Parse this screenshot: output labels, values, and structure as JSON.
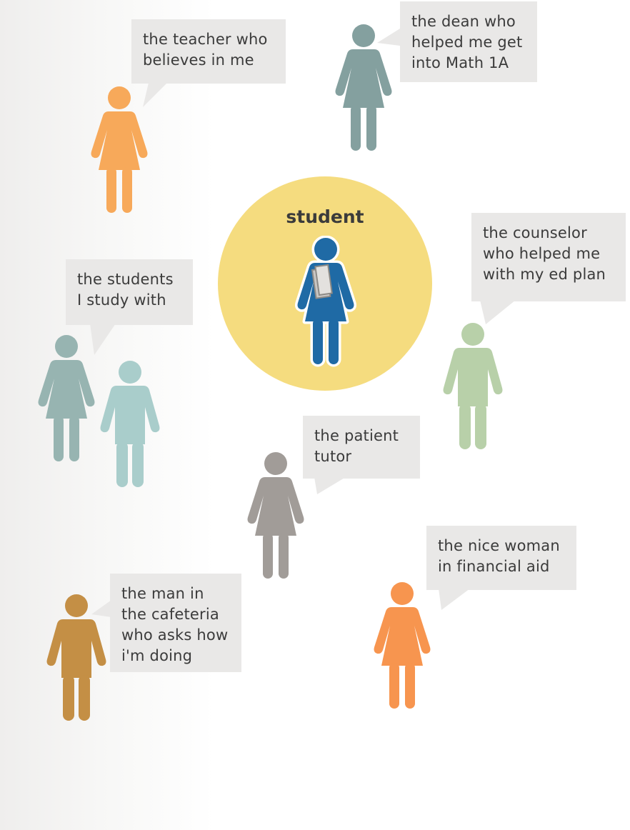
{
  "center": {
    "label": "student",
    "color": "#f5dc7f",
    "figure_color": "#1f6aa5"
  },
  "people": [
    {
      "id": "teacher",
      "quote": "the teacher who\nbelieves in me",
      "color": "#f7a95a",
      "icon": "woman-icon"
    },
    {
      "id": "dean",
      "quote": "the dean who\nhelped me get\ninto Math 1A",
      "color": "#84a09f",
      "icon": "woman-icon"
    },
    {
      "id": "counselor",
      "quote": "the counselor\nwho helped me\nwith my ed plan",
      "color": "#b8d0a9",
      "icon": "man-icon"
    },
    {
      "id": "study-group",
      "quote": "the students\nI study with",
      "color": "#97b4b1",
      "color2": "#a9cdcb",
      "icon": "woman-and-man-icon"
    },
    {
      "id": "tutor",
      "quote": "the patient\ntutor",
      "color": "#a19c98",
      "icon": "woman-icon"
    },
    {
      "id": "financial-aid",
      "quote": "the nice woman\nin financial aid",
      "color": "#f7954f",
      "icon": "woman-icon"
    },
    {
      "id": "cafeteria",
      "quote": "the man in\nthe cafeteria\nwho asks how\ni'm doing",
      "color": "#c48f45",
      "icon": "man-icon"
    }
  ]
}
